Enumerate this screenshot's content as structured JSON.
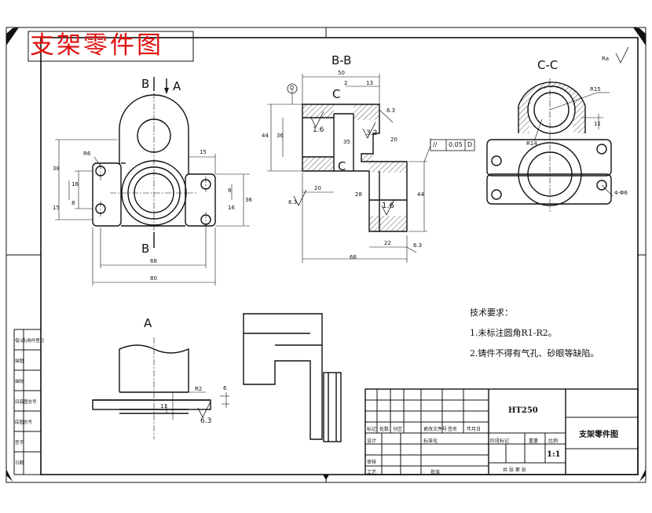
{
  "title": "支架零件图",
  "views": {
    "bb": "B-B",
    "cc": "C-C",
    "a": "A",
    "b_top": "B",
    "a_top": "A",
    "b_bottom": "B",
    "c_top": "C",
    "c_bottom": "C"
  },
  "roughness_corner": "Ra",
  "datum": "D",
  "tolerance": {
    "symbol": "//",
    "value": "0.05",
    "datum": "D"
  },
  "dimensions": {
    "d50": "50",
    "d2": "2",
    "d13": "13",
    "r63a": "6.3",
    "d44a": "44",
    "d36": "36",
    "r16a": "1.6",
    "d35": "35",
    "r32": "3.2",
    "d20": "20",
    "d20b": "20",
    "d28": "28",
    "d44b": "44",
    "r16b": "1.6",
    "d22": "22",
    "d66": "66",
    "r63b": "6.3",
    "r63c": "6.3",
    "r15": "R15",
    "r14": "R14",
    "d11": "11",
    "holes": "4-Φ6",
    "r6": "R6",
    "d38": "38",
    "d16": "16",
    "d15": "15",
    "d8a": "8",
    "d8b": "8",
    "d16b": "16",
    "d36b": "36",
    "d15b": "15",
    "d68": "68",
    "d80": "80",
    "r2": "R2",
    "d6": "6",
    "d11b": "11",
    "r63d": "6.3"
  },
  "requirements": {
    "heading": "技术要求：",
    "item1": "1.未标注圆角R1-R2。",
    "item2": "2.铸件不得有气孔、砂眼等缺陷。"
  },
  "title_block": {
    "material": "HT250",
    "part_name": "支架零件图",
    "scale": "1:1",
    "scale_label": "比例",
    "weight_label": "重量",
    "stage_label": "阶段标记",
    "sheet_info": "共  张  第  张",
    "designer": "设计",
    "checker": "审核",
    "process": "工艺",
    "standard": "标准化",
    "approve": "批准",
    "rev": [
      "标记",
      "处数",
      "分区",
      "更改文件号",
      "签名",
      "年月日"
    ]
  },
  "side_panel": [
    "借(通)用件登记",
    "描图",
    "描校",
    "旧底图总号",
    "底图总号",
    "签字",
    "日期"
  ]
}
